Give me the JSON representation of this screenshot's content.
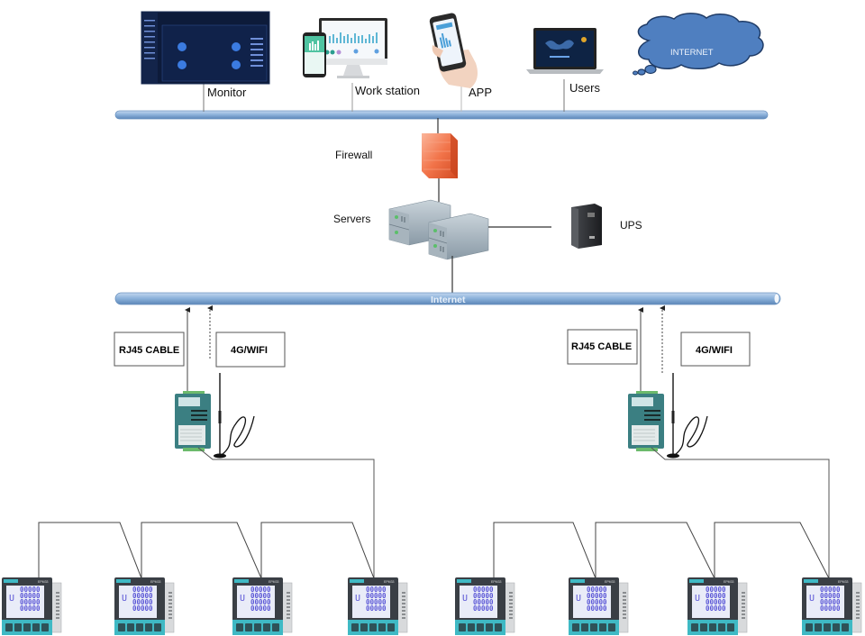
{
  "title": "Energy monitoring network topology",
  "top_devices": [
    {
      "id": "monitor",
      "label": "Monitor"
    },
    {
      "id": "workstation",
      "label": "Work station"
    },
    {
      "id": "app",
      "label": "APP"
    },
    {
      "id": "users",
      "label": "Users"
    }
  ],
  "cloud": {
    "label": "INTERNET"
  },
  "firewall": {
    "label": "Firewall"
  },
  "servers": {
    "label": "Servers"
  },
  "ups": {
    "label": "UPS"
  },
  "internet_bus": {
    "label": "Internet"
  },
  "gateways": [
    {
      "id": "gateway-left",
      "rj45_label": "RJ45 CABLE",
      "wireless_label": "4G/WIFI"
    },
    {
      "id": "gateway-right",
      "rj45_label": "RJ45 CABLE",
      "wireless_label": "4G/WIFI"
    }
  ],
  "meters": {
    "count": 8,
    "model_text": "EPM33",
    "screen_digits": "00000",
    "screen_symbol": "U"
  },
  "colors": {
    "bus_fill": "#8fb4dc",
    "bus_stroke": "#5e88b8",
    "cloud_fill": "#4f7fc0",
    "cloud_stroke": "#1f3b66",
    "firewall": "#f2744a",
    "meter_accent": "#3fb9c4",
    "meter_body": "#3a3f45",
    "lcd": "#e9ecf8",
    "lcd_digits": "#5a56d6"
  }
}
